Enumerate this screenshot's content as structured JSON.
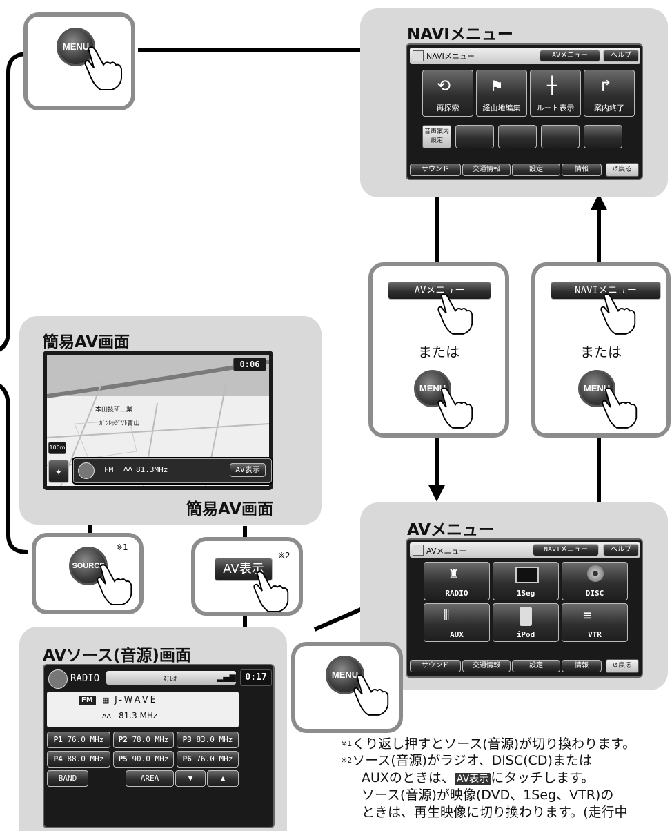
{
  "titles": {
    "navi_menu": "NAVIメニュー",
    "simple_av": "簡易AV画面",
    "simple_av_callout": "簡易AV画面",
    "av_menu": "AVメニュー",
    "av_source": "AVソース(音源)画面"
  },
  "keys": {
    "menu": "MENU",
    "source": "SOURCE",
    "av_display": "AV表示",
    "av_menu_button": "AVメニュー",
    "navi_menu_button": "NAVIメニュー",
    "or_text": "または",
    "mark1": "※1",
    "mark2": "※2"
  },
  "navi_screen": {
    "title": "NAVIメニュー",
    "tab_av": "AVメニュー",
    "tab_help": "ヘルプ",
    "tiles": [
      "再探索",
      "経由地編集",
      "ルート表示",
      "案内終了"
    ],
    "voice_btn": "音声案内\n設定",
    "bottom": [
      "サウンド",
      "交通情報",
      "設定",
      "情報"
    ],
    "back": "戻る"
  },
  "simple_screen": {
    "time": "0:06",
    "scale": "100m",
    "label1": "本田技研工業",
    "label2": "ｶﾞﾝﾚｯｼﾞｿﾄ青山",
    "band": "FM",
    "freq": "81.3MHz",
    "av_btn": "AV表示"
  },
  "av_screen": {
    "title": "AVメニュー",
    "tab_navi": "NAVIメニュー",
    "tab_help": "ヘルプ",
    "tiles": [
      "RADIO",
      "1Seg",
      "DISC",
      "AUX",
      "iPod",
      "VTR"
    ],
    "bottom": [
      "サウンド",
      "交通情報",
      "設定",
      "情報"
    ],
    "back": "戻る"
  },
  "radio_screen": {
    "source": "RADIO",
    "stereo": "ｽﾃﾚｵ",
    "time": "0:17",
    "band": "FM",
    "station": "J-WAVE",
    "freq": "81.3 MHz",
    "presets": [
      {
        "p": "P1",
        "f": "76.0 MHz"
      },
      {
        "p": "P2",
        "f": "78.0 MHz"
      },
      {
        "p": "P3",
        "f": "83.0 MHz"
      },
      {
        "p": "P4",
        "f": "88.0 MHz"
      },
      {
        "p": "P5",
        "f": "90.0 MHz"
      },
      {
        "p": "P6",
        "f": "76.0 MHz"
      }
    ],
    "band_btn": "BAND",
    "area_btn": "AREA"
  },
  "notes": {
    "n1_mark": "※1",
    "n1": "くり返し押すとソース(音源)が切り換わります。",
    "n2_mark": "※2",
    "n2_l1": "ソース(音源)がラジオ、DISC(CD)または",
    "n2_l2a": "AUXのときは、",
    "n2_l2b": "AV表示",
    "n2_l2c": "にタッチします。",
    "n2_l3": "ソース(音源)が映像(DVD、1Seg、VTR)の",
    "n2_l4": "ときは、再生映像に切り換わります。(走行中"
  },
  "colors": {
    "panel": "#d9d9d9",
    "box_border": "#8c8c8c",
    "screen": "#2a2a2a"
  }
}
